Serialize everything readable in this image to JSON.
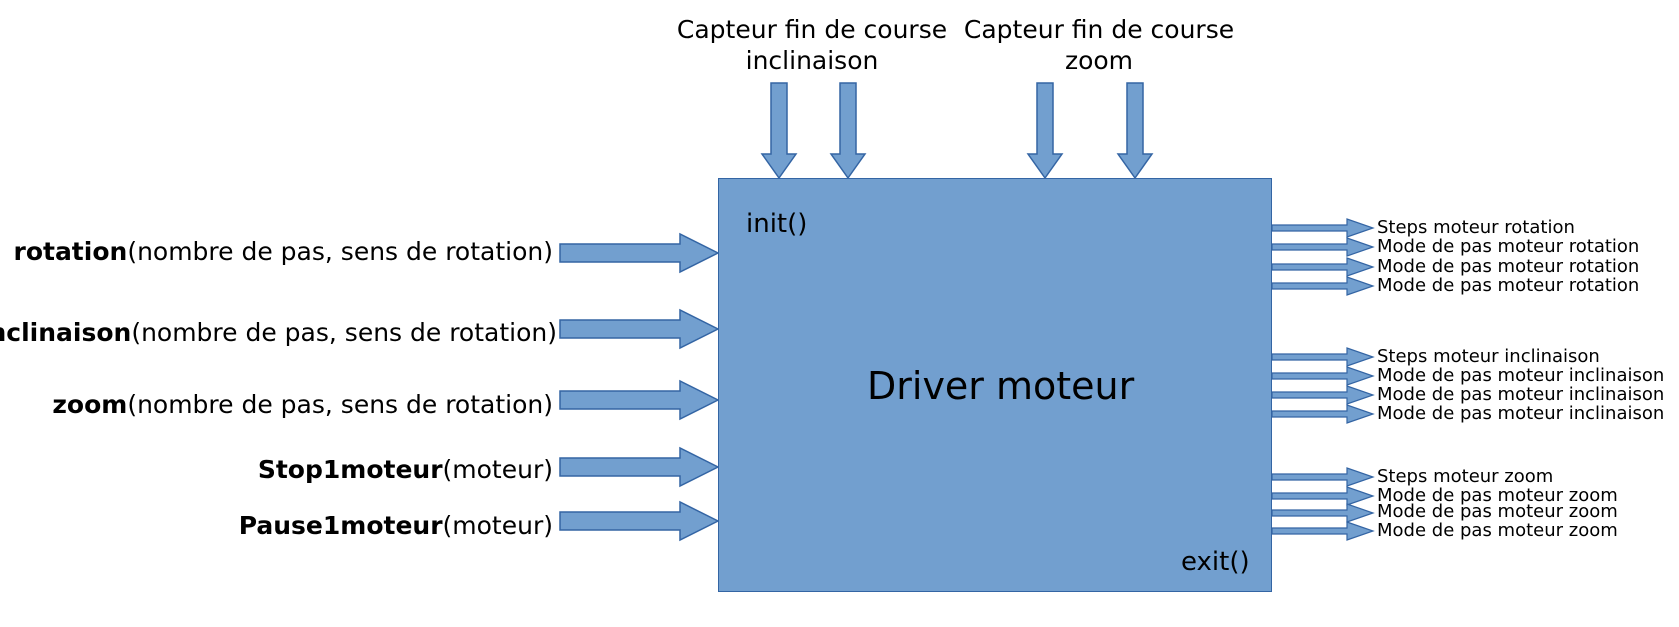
{
  "colors": {
    "fill": "#729fcf",
    "stroke": "#3465a4"
  },
  "top_sensors": [
    {
      "line1": "Capteur fin de course",
      "line2": "inclinaison"
    },
    {
      "line1": "Capteur fin de course",
      "line2": "zoom"
    }
  ],
  "block": {
    "title": "Driver moteur",
    "init": "init()",
    "exit": "exit()"
  },
  "inputs": [
    {
      "name": "rotation",
      "args": "(nombre de pas, sens de rotation)"
    },
    {
      "name": "inclinaison",
      "args": "(nombre de pas, sens de rotation)"
    },
    {
      "name": "zoom",
      "args": "(nombre de pas, sens de rotation)"
    },
    {
      "name": "Stop1moteur",
      "args": "(moteur)"
    },
    {
      "name": "Pause1moteur",
      "args": "(moteur)"
    }
  ],
  "outputs": [
    [
      "Steps moteur rotation",
      "Mode de pas moteur rotation",
      "Mode de pas moteur rotation",
      "Mode de pas moteur rotation"
    ],
    [
      "Steps moteur inclinaison",
      "Mode de pas moteur inclinaison",
      "Mode de pas moteur inclinaison",
      "Mode de pas moteur inclinaison"
    ],
    [
      "Steps moteur zoom",
      "Mode de pas moteur zoom",
      "Mode de pas moteur zoom",
      "Mode de pas moteur zoom"
    ]
  ]
}
